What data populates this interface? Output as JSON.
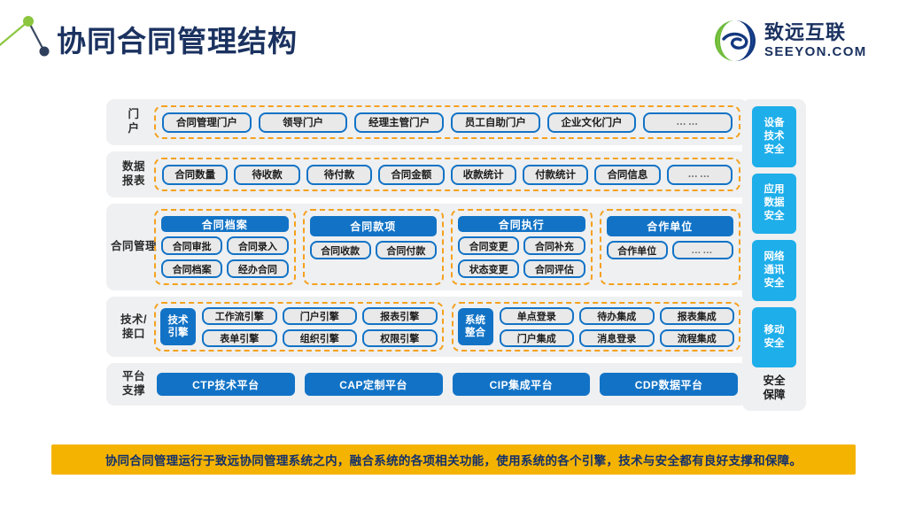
{
  "header": {
    "title": "协同合同管理结构",
    "logo_cn": "致远互联",
    "logo_en": "SEEYON.COM",
    "brand_green": "#8cc63f",
    "brand_navy": "#1b3260"
  },
  "colors": {
    "accent_blue": "#1273c6",
    "accent_cyan": "#1eaeea",
    "dashed_orange": "#f5a11d",
    "panel_gray": "#eef0f2",
    "pill_gray": "#e9e9e9",
    "banner_amber": "#f5b301",
    "banner_text": "#13306b"
  },
  "rows": {
    "portal": {
      "label_lines": [
        "门",
        "户"
      ],
      "items": [
        "合同管理门户",
        "领导门户",
        "经理主管门户",
        "员工自助门户",
        "企业文化门户",
        "……"
      ]
    },
    "reports": {
      "label_lines": [
        "数据",
        "报表"
      ],
      "items": [
        "合同数量",
        "待收款",
        "待付款",
        "合同金额",
        "收款统计",
        "付款统计",
        "合同信息",
        "……"
      ]
    },
    "contract": {
      "label_lines": [
        "合",
        "同",
        "管",
        "理"
      ],
      "groups": [
        {
          "head": "合同档案",
          "subs": [
            "合同审批",
            "合同录入",
            "合同档案",
            "经办合同"
          ]
        },
        {
          "head": "合同款项",
          "subs": [
            "合同收款",
            "合同付款"
          ]
        },
        {
          "head": "合同执行",
          "subs": [
            "合同变更",
            "合同补充",
            "状态变更",
            "合同评估"
          ]
        },
        {
          "head": "合作单位",
          "subs": [
            "合作单位",
            "……"
          ]
        }
      ]
    },
    "tech": {
      "label_lines": [
        "技术/",
        "接口"
      ],
      "groups": [
        {
          "anchor_lines": [
            "技术",
            "引擎"
          ],
          "columns": [
            [
              "工作流引擎",
              "表单引擎"
            ],
            [
              "门户引擎",
              "组织引擎"
            ],
            [
              "报表引擎",
              "权限引擎"
            ]
          ]
        },
        {
          "anchor_lines": [
            "系统",
            "整合"
          ],
          "columns": [
            [
              "单点登录",
              "门户集成"
            ],
            [
              "待办集成",
              "消息登录"
            ],
            [
              "报表集成",
              "流程集成"
            ]
          ]
        }
      ]
    },
    "platform": {
      "label_lines": [
        "平台",
        "支撑"
      ],
      "items": [
        "CTP技术平台",
        "CAP定制平台",
        "CIP集成平台",
        "CDP数据平台"
      ]
    }
  },
  "security": {
    "items": [
      [
        "设备",
        "技术",
        "安全"
      ],
      [
        "应用",
        "数据",
        "安全"
      ],
      [
        "网络",
        "通讯",
        "安全"
      ],
      [
        "移动",
        "安全"
      ]
    ],
    "label_lines": [
      "安全",
      "保障"
    ]
  },
  "banner": {
    "text": "协同合同管理运行于致远协同管理系统之内，融合系统的各项相关功能，使用系统的各个引擎，技术与安全都有良好支撑和保障。"
  }
}
